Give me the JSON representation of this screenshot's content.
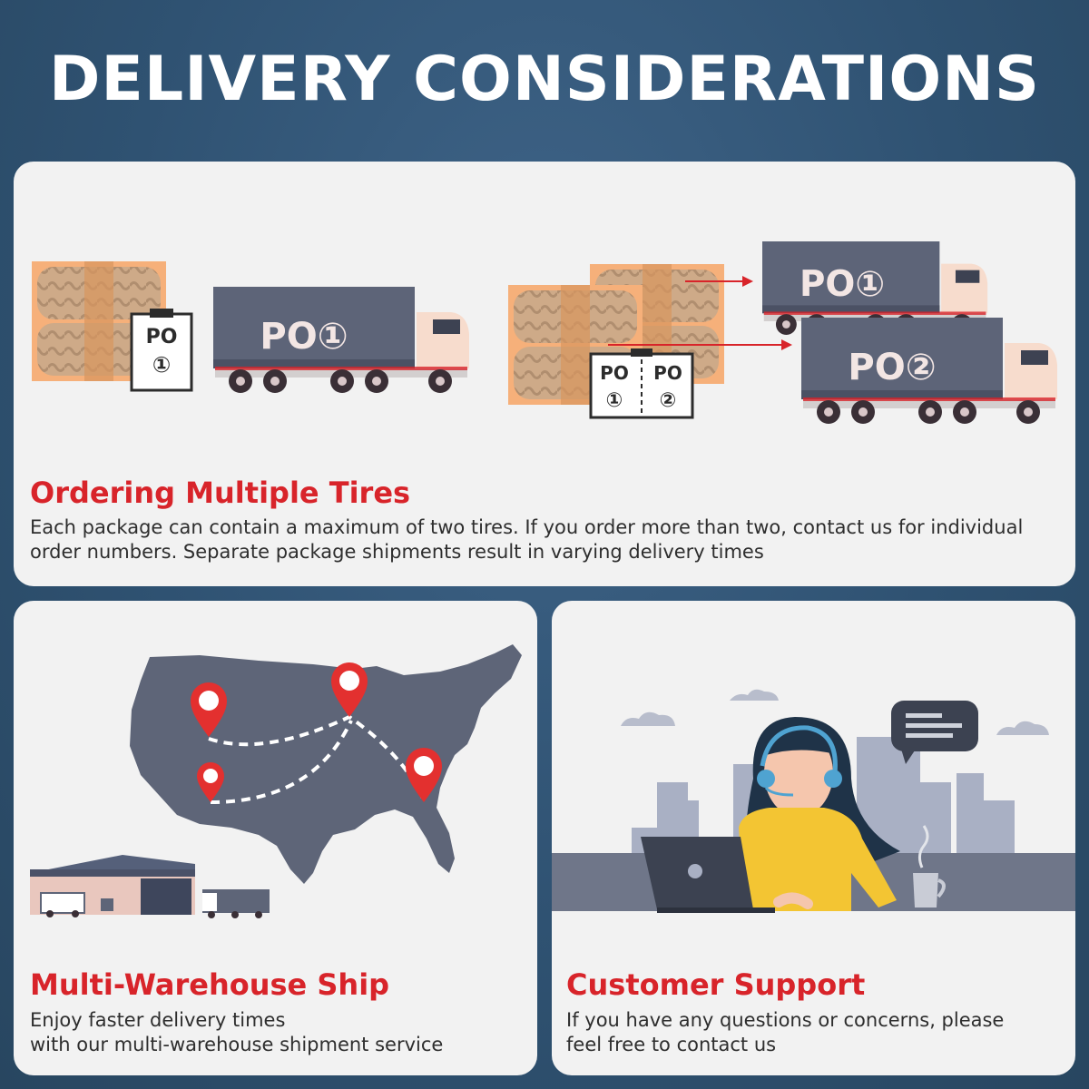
{
  "title": "DELIVERY CONSIDERATIONS",
  "colors": {
    "background": "#2f5272",
    "card": "#f2f2f2",
    "accent_red": "#d8242a",
    "truck_gray": "#5d6478",
    "box_orange": "#f6b07a"
  },
  "top_card": {
    "heading": "Ordering Multiple Tires",
    "text": "Each package can contain a maximum of two tires. If you order more than two, contact us for individual order numbers. Separate package shipments result in varying delivery times",
    "label_po": "PO",
    "single_truck_label": "PO①",
    "split_truck_labels": [
      "PO①",
      "PO②"
    ],
    "clipboard_single": [
      "PO",
      "①"
    ],
    "clipboard_split": [
      "PO",
      "①",
      "PO",
      "②"
    ]
  },
  "bottom_left_card": {
    "heading": "Multi-Warehouse Ship",
    "text_line1": "Enjoy faster delivery times",
    "text_line2": "with our multi-warehouse shipment service"
  },
  "bottom_right_card": {
    "heading": "Customer Support",
    "text_line1": "If you have any questions or concerns, please",
    "text_line2": "feel free to contact us"
  },
  "icons": [
    "tire-box-icon",
    "clipboard-icon",
    "truck-icon",
    "arrow-icon",
    "usa-map",
    "location-pin-icon",
    "warehouse-icon",
    "support-agent-illustration",
    "chat-bubble-icon",
    "laptop-icon",
    "coffee-mug-icon"
  ]
}
